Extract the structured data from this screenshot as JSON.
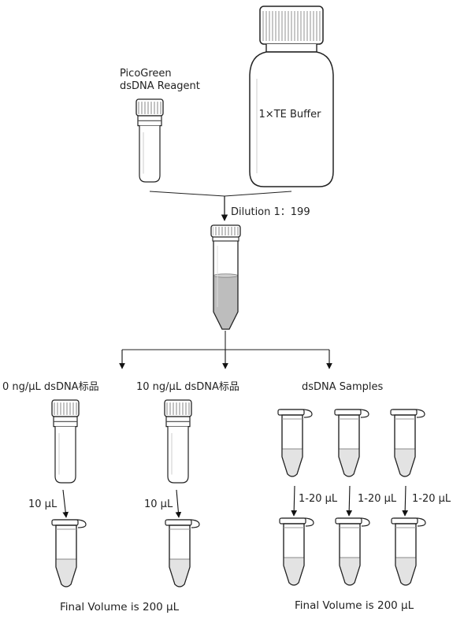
{
  "labels": {
    "picogreen_line1": "PicoGreen",
    "picogreen_line2": "dsDNA Reagent",
    "buffer": "1×TE Buffer",
    "dilution": "Dilution 1：199",
    "std0": "0 ng/μL dsDNA标品",
    "std10": "10 ng/μL dsDNA标品",
    "samples": "dsDNA Samples",
    "vol_std0": "10 μL",
    "vol_std10": "10 μL",
    "vol_s1": "1-20 μL",
    "vol_s2": "1-20 μL",
    "vol_s3": "1-20 μL",
    "final_left": "Final Volume is 200 μL",
    "final_right": "Final Volume is 200 μL"
  }
}
